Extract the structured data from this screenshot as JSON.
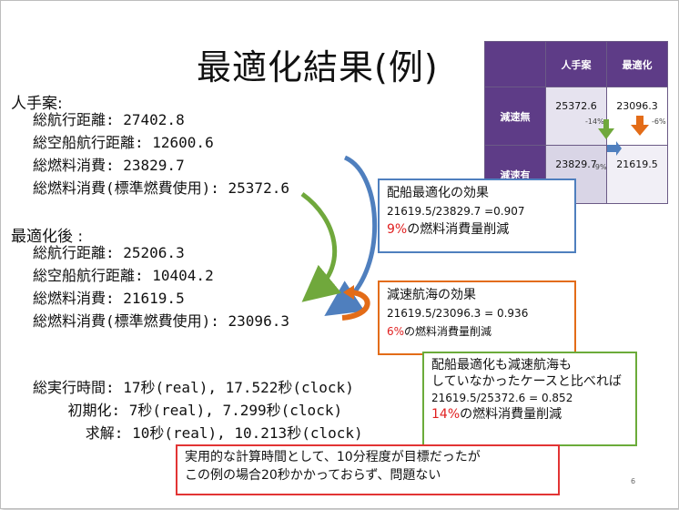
{
  "slide": {
    "title": "最適化結果(例)",
    "page_number": "6"
  },
  "manual_plan": {
    "heading": "人手案:",
    "lines": [
      "総航行距離: 27402.8",
      "総空船航行距離: 12600.6",
      "総燃料消費: 23829.7",
      "総燃料消費(標準燃費使用): 25372.6"
    ]
  },
  "optimized": {
    "heading": "最適化後 :",
    "lines": [
      "総航行距離: 25206.3",
      "総空船航行距離: 10404.2",
      "総燃料消費: 21619.5",
      "総燃料消費(標準燃費使用): 23096.3"
    ]
  },
  "timing": {
    "lines": [
      "総実行時間: 17秒(real), 17.522秒(clock)",
      "    初期化: 7秒(real), 7.299秒(clock)",
      "      求解: 10秒(real), 10.213秒(clock)"
    ]
  },
  "table": {
    "col_headers": [
      "人手案",
      "最適化"
    ],
    "row_headers": [
      "減速無",
      "減速有"
    ],
    "cells": [
      [
        "25372.6",
        "23096.3"
      ],
      [
        "23829.7",
        "21619.5"
      ]
    ],
    "pct_labels": [
      "-14%",
      "-6%",
      "-9%"
    ]
  },
  "box1": {
    "title": "配船最適化の効果",
    "formula": "21619.5/23829.7 =0.907",
    "pct": "9%",
    "text": "の燃料消費量削減"
  },
  "box2": {
    "title": "減速航海の効果",
    "formula": "21619.5/23096.3 = 0.936",
    "pct": "6%",
    "text": "の燃料消費量削減"
  },
  "box3": {
    "line1": "配船最適化も減速航海も",
    "line2": "していなかったケースと比べれば",
    "formula": "21619.5/25372.6 = 0.852",
    "pct": "14%",
    "text": "の燃料消費量削減"
  },
  "box4": {
    "line1": "実用的な計算時間として、10分程度が目標だったが",
    "line2": "この例の場合20秒かかっておらず、問題ない"
  },
  "colors": {
    "blue_arrow": "#4f7fbe",
    "green_arrow": "#70a83c",
    "orange_arrow": "#e36c18",
    "table_header": "#5e3c87",
    "highlight_red": "#e02020"
  }
}
